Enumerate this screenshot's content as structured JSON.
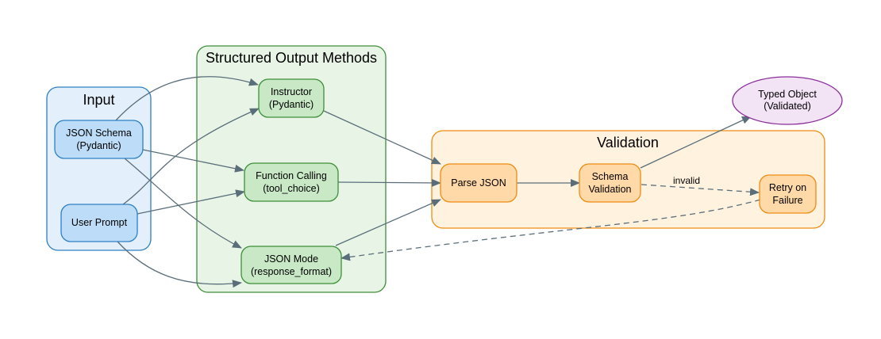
{
  "clusters": {
    "input": {
      "title": "Input"
    },
    "methods": {
      "title": "Structured Output Methods"
    },
    "validation": {
      "title": "Validation"
    }
  },
  "nodes": {
    "json_schema": {
      "line1": "JSON Schema",
      "line2": "(Pydantic)"
    },
    "user_prompt": {
      "line1": "User Prompt"
    },
    "instructor": {
      "line1": "Instructor",
      "line2": "(Pydantic)"
    },
    "function_calling": {
      "line1": "Function Calling",
      "line2": "(tool_choice)"
    },
    "json_mode": {
      "line1": "JSON Mode",
      "line2": "(response_format)"
    },
    "parse_json": {
      "line1": "Parse JSON"
    },
    "schema_validation": {
      "line1": "Schema",
      "line2": "Validation"
    },
    "retry": {
      "line1": "Retry on",
      "line2": "Failure"
    },
    "typed_object": {
      "line1": "Typed Object",
      "line2": "(Validated)"
    }
  },
  "edges": {
    "invalid_label": "invalid"
  },
  "colors": {
    "input_fill": "#e3f0fb",
    "input_stroke": "#2f7fc4",
    "input_node_fill": "#bcdcf7",
    "methods_fill": "#e8f5e6",
    "methods_stroke": "#3e8e3a",
    "methods_node_fill": "#c8e8c6",
    "validation_fill": "#fff2de",
    "validation_stroke": "#ef8c13",
    "validation_node_fill": "#ffd9a8",
    "output_fill": "#f2e3f5",
    "output_stroke": "#8a2e9a",
    "edge": "#5a6e7a"
  }
}
